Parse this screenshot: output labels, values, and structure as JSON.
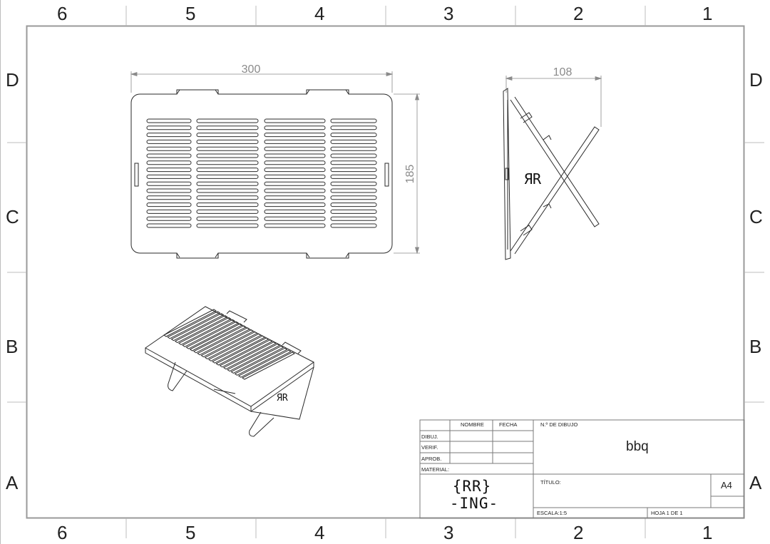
{
  "zones": {
    "columns": [
      "6",
      "5",
      "4",
      "3",
      "2",
      "1"
    ],
    "rows": [
      "D",
      "C",
      "B",
      "A"
    ]
  },
  "dimensions": {
    "top_width": "300",
    "top_height": "185",
    "side_width": "108"
  },
  "title_block": {
    "col_nombre": "NOMBRE",
    "col_fecha": "FECHA",
    "row_dibuj": "DIBUJ.",
    "row_verif": "VERIF.",
    "row_aprob": "APROB.",
    "row_material": "MATERIAL:",
    "drawing_no_label": "N.º DE DIBUJO",
    "drawing_no": "bbq",
    "title_label": "TÍTULO:",
    "sheet_size": "A4",
    "scale": "ESCALA:1:5",
    "sheet": "HOJA 1 DE 1",
    "logo_top": "{RR}",
    "logo_bottom": "-ING-"
  },
  "colors": {
    "line": "#2a2a2a",
    "border": "#9a9a9a",
    "dimension": "#8a8a8a"
  }
}
